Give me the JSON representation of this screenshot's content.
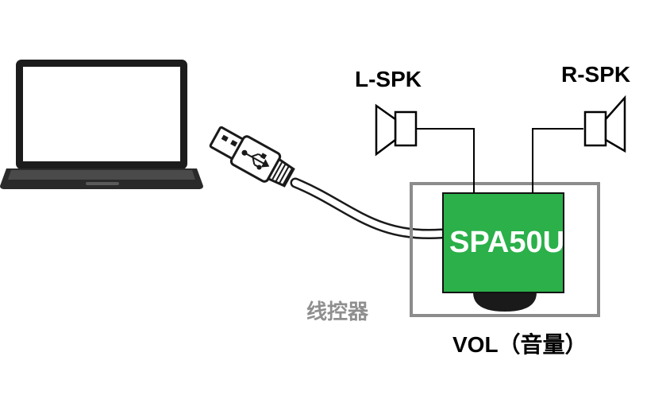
{
  "labels": {
    "left_speaker": "L-SPK",
    "right_speaker": "R-SPK",
    "module": "SPA50U",
    "controller": "线控器",
    "volume": "VOL（音量）"
  },
  "colors": {
    "module_fill": "#2bb04a",
    "controller_box": "#8c8c8c",
    "controller_text": "#8f8f8f",
    "line": "#000000"
  },
  "icons": [
    "laptop-icon",
    "usb-plug-icon",
    "usb-symbol-icon",
    "speaker-icon",
    "volume-knob-icon"
  ]
}
